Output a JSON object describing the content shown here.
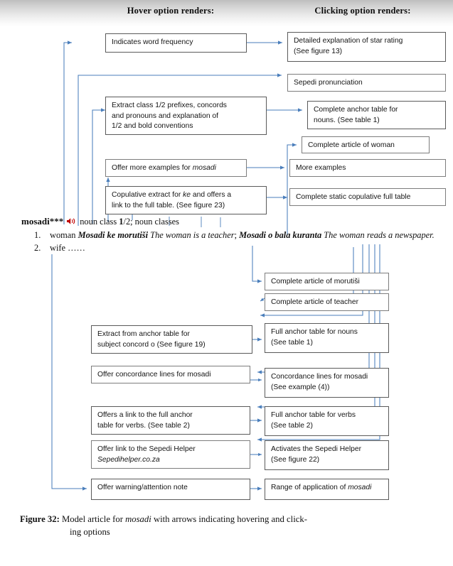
{
  "header": {
    "hover_column_title": "Hover option renders:",
    "clicking_column_title": "Clicking option renders:"
  },
  "colors": {
    "connector": "#4a7ebb",
    "box_border": "#5a5a5a",
    "speaker_icon": "#c00000",
    "header_band_top": "#bfbfbf",
    "text": "#141414"
  },
  "hover_boxes": [
    {
      "id": "indicates-word-frequency",
      "line1": "Indicates word frequency"
    },
    {
      "id": "extract-class-prefixes",
      "line1": "Extract class 1/2 prefixes, concords",
      "line2": "and pronouns and explanation of",
      "line3": "1/2 and bold conventions"
    },
    {
      "id": "offer-more-examples",
      "line1": "Offer more examples for ",
      "em1": "mosadi"
    },
    {
      "id": "copulative-extract",
      "line1": "Copulative extract for ",
      "em1": "ke",
      "line1b": " and offers a",
      "line2": "link to the full table. (See figure 23)"
    },
    {
      "id": "extract-subject-concord",
      "line1": "Extract from anchor table for",
      "line2": "subject concord o (See figure 19)"
    },
    {
      "id": "offer-concordance-lines",
      "line1": "Offer concordance lines for  mosadi"
    },
    {
      "id": "offers-link-anchor-verbs",
      "line1": "Offers a link to the full anchor",
      "line2": "table for verbs. (See table 2)"
    },
    {
      "id": "offer-link-sepedi-helper",
      "line1": "Offer link to the Sepedi Helper",
      "em2": "Sepedihelper.co.za"
    },
    {
      "id": "offer-warning-note",
      "line1": "Offer warning/attention note"
    }
  ],
  "click_boxes": [
    {
      "id": "detailed-star-rating",
      "line1": "Detailed explanation of star rating",
      "line2": "(See figure 13)"
    },
    {
      "id": "sepedi-pronunciation",
      "line1": "Sepedi pronunciation"
    },
    {
      "id": "complete-anchor-table-nouns",
      "line1": "Complete anchor table for",
      "line2": "nouns. (See table 1)"
    },
    {
      "id": "complete-article-woman",
      "line1": "Complete article of woman"
    },
    {
      "id": "more-examples",
      "line1": "More examples"
    },
    {
      "id": "complete-static-copulative",
      "line1": "Complete static copulative full table"
    },
    {
      "id": "complete-article-morutisi",
      "line1": "Complete article of morutiši"
    },
    {
      "id": "complete-article-teacher",
      "line1": "Complete article of teacher"
    },
    {
      "id": "full-anchor-table-nouns",
      "line1": "Full anchor table for nouns",
      "line2": "(See table 1)"
    },
    {
      "id": "concordance-lines-mosadi",
      "line1": "Concordance lines for mosadi",
      "line2": "(See example (4))"
    },
    {
      "id": "full-anchor-table-verbs",
      "line1": "Full anchor table for verbs",
      "line2": "(See table 2)"
    },
    {
      "id": "activates-sepedi-helper",
      "line1": "Activates the Sepedi Helper",
      "line2": "(See figure 22)"
    },
    {
      "id": "range-of-application",
      "line1": "Range of application of ",
      "em1": "mosadi"
    }
  ],
  "article": {
    "headword": "mosadi***",
    "stars": "***",
    "speaker_icon": "speaker-icon",
    "grammar": "noun class 1/2; noun classes",
    "grammar_pre": "noun class ",
    "grammar_bold": "1",
    "grammar_post": "/2; noun classes",
    "senses": [
      {
        "num": "1.",
        "gloss": "woman",
        "ex1_sepedi": "Mosadi ke morutiši",
        "ex1_english": "The woman is a teacher",
        "sep": ";",
        "ex2_sepedi": "Mosadi o bala kuranta",
        "ex2_english": "The woman reads a newspaper."
      },
      {
        "num": "2.",
        "gloss": "wife ……"
      }
    ]
  },
  "caption": {
    "label": "Figure 32:",
    "line1_a": "Model article for ",
    "line1_em": "mosadi",
    "line1_b": " with arrows indicating hovering and click-",
    "line2": "ing options"
  }
}
